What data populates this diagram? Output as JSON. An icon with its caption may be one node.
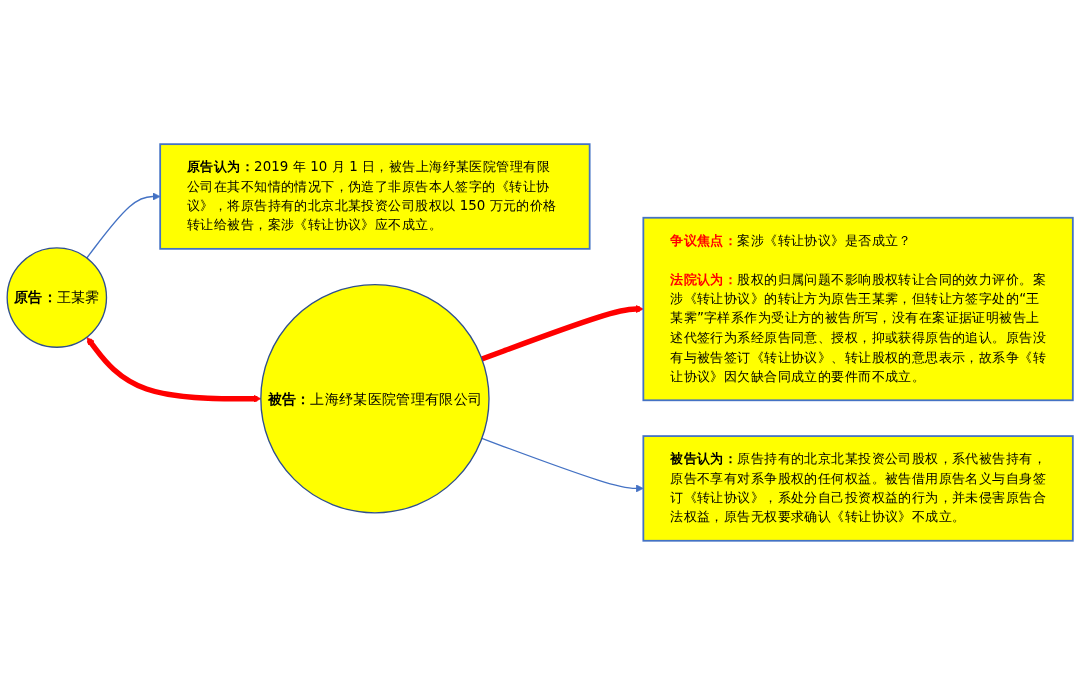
{
  "diagram": {
    "nodes": [
      {
        "text": [
          "原告认为：",
          "2019 年 10 月 1 日，被告上海纾某医院管理有限公司在其不知情的情况下，伪造了非原告本人签字的《转让协议》，将原告持有的北京北某投资公司股权以 150 万元的价格转让给被告，案涉《转让协议》应不成立。"
        ]
      },
      {
        "text": [
          "争议焦点：",
          "案涉《转让协议》是否成立？",
          "法院认为：",
          "股权的归属问题不影响股权转让合同的效力评价。案涉《转让协议》的转让方为原告王某霁，但转让方签字处的“王某霁”字样系作为受让方的被告所写，没有在案证据证明被告上述代签行为系经原告同意、授权，抑或获得原告的追认。原告没有与被告签订《转让协议》、转让股权的意思表示，故系争《转让协议》因欠缺合同成立的要件而不成立。"
        ]
      },
      {
        "text": [
          "原告：",
          "王某霁"
        ]
      },
      {
        "text": [
          "被告：",
          "上海纾某医院管理有限公司"
        ]
      },
      {
        "text": [
          "被告认为：",
          "原告持有的北京北某投资公司股权，系代被告持有，原告不享有对系争股权的任何权益。被告借用原告名义与自身签订《转让协议》，系处分自己投资权益的行为，并未侵害原告合法权益，原告无权要求确认《转让协议》不成立。"
        ]
      }
    ],
    "edges": [
      {
        "from": 2,
        "to": 0,
        "arrow": "to"
      },
      {
        "from": 2,
        "to": 3,
        "arrow": "both",
        "style": "thick",
        "color": "#ff0000"
      },
      {
        "from": 3,
        "to": 1,
        "arrow": "to",
        "style": "thick",
        "color": "#ff0000"
      },
      {
        "from": 3,
        "to": 4,
        "arrow": "to"
      }
    ]
  }
}
